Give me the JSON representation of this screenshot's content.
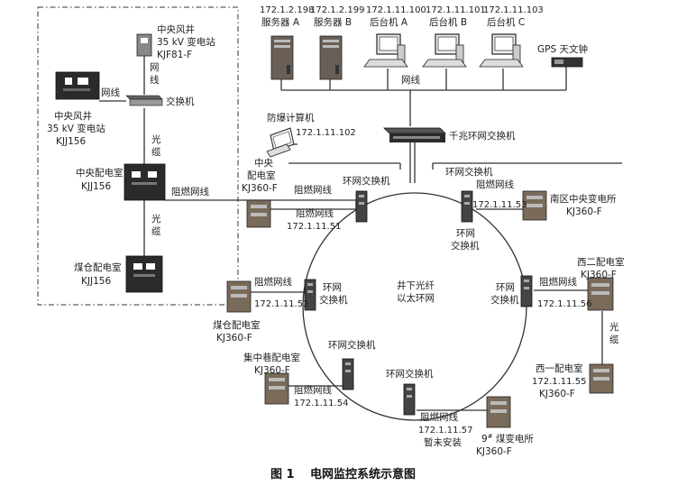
{
  "labels": {
    "srv_a_ip": "172.1.2.198",
    "srv_a": "服务器 A",
    "srv_b_ip": "172.1.2.199",
    "srv_b": "服务器 B",
    "ws_a_ip": "172.1.11.100",
    "ws_a": "后台机 A",
    "ws_b_ip": "172.1.11.101",
    "ws_b": "后台机 B",
    "ws_c_ip": "172.1.11.103",
    "ws_c": "后台机 C",
    "gps": "GPS 天文钟",
    "wangxian_top": "网线",
    "gig_switch": "千兆环网交换机",
    "ex_pc": "防爆计算机",
    "ex_pc_ip": "172.1.11.102",
    "zy_sub_name": "中央",
    "zy_sub_name2": "配电室",
    "zy_sub_model": "KJ360-F",
    "zyfj_mine": "中央风井",
    "zyfj_sub": "35 kV 变电站",
    "zyfj_model": "KJF81-F",
    "wangxian_v1": "网",
    "wangxian_v2": "线",
    "wangxian_left": "网线",
    "switch_label": "交换机",
    "left_box_name1": "中央风井",
    "left_box_name2": "35 kV 变电站",
    "left_box_model": "KJJ156",
    "guang_1": "光",
    "lan_1": "缆",
    "zy_pds": "中央配电室",
    "zy_pds_model": "KJJ156",
    "zrwx_1": "阻燃网线",
    "guang_2": "光",
    "lan_2": "缆",
    "mc_pds": "煤仓配电室",
    "mc_pds_model": "KJJ156",
    "ring_switch_top_left": "环网交换机",
    "zrwx_2": "阻燃网线",
    "zrwx_3": "阻燃网线",
    "ip_51": "172.1.11.51",
    "ring_switch_top_right": "环网交换机",
    "zrwx_4": "阻燃网线",
    "ip_53": "172.1.11.53",
    "nq_name": "南区中央变电所",
    "nq_model": "KJ360-F",
    "ring_sw_right_1": "环网",
    "ring_sw_right_2": "交换机",
    "ring_center_1": "井下光纤",
    "ring_center_2": "以太环网",
    "zrwx_5": "阻燃网线",
    "ring_sw_left_1": "环网",
    "ring_sw_left_2": "交换机",
    "ip_52": "172.1.11.52",
    "mc2_name": "煤仓配电室",
    "mc2_model": "KJ360-F",
    "xe_name": "西二配电室",
    "xe_model": "KJ360-F",
    "ring_sw_e_1": "环网",
    "ring_sw_e_2": "交换机",
    "zrwx_6": "阻燃网线",
    "ip_56": "172.1.11.56",
    "guang_3": "光",
    "lan_3": "缆",
    "xy_name": "西一配电室",
    "xy_ip": "172.1.11.55",
    "xy_model": "KJ360-F",
    "ring_sw_sw": "环网交换机",
    "jzx_name": "集中巷配电室",
    "jzx_model": "KJ360-F",
    "zrwx_7": "阻燃网线",
    "ip_54": "172.1.11.54",
    "ring_sw_s": "环网交换机",
    "zrwx_8": "阻燃网线",
    "ip_57": "172.1.11.57",
    "zw_install": "暂未安装",
    "m9_name": "9",
    "m9_sup": "#",
    "m9_name2": " 煤变电所",
    "m9_model": "KJ360-F",
    "caption_num": "图 1",
    "caption_text": "电网监控系统示意图"
  },
  "colors": {
    "line": "#333333",
    "device_dark": "#2b2b2b",
    "device_mid": "#6a6a6a",
    "device_light": "#bdbdbd",
    "panel_brown": "#7a6a5a",
    "screen": "#ffffff"
  }
}
